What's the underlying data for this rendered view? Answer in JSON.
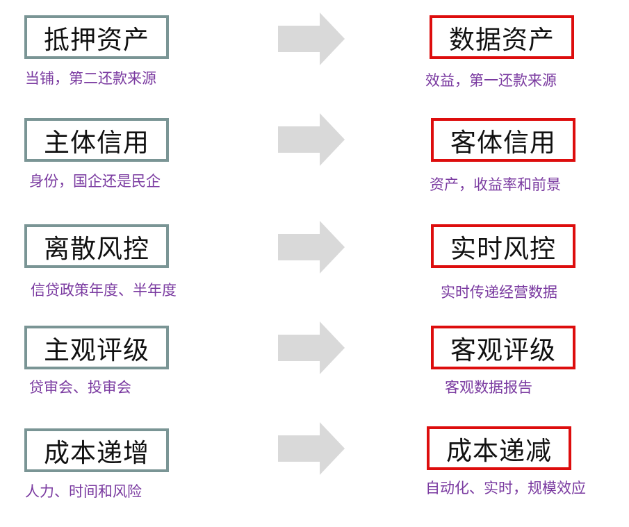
{
  "rows": [
    {
      "left_title": "抵押资产",
      "left_sub": "当铺，第二还款来源",
      "right_title": "数据资产",
      "right_sub": "效益，第一还款来源"
    },
    {
      "left_title": "主体信用",
      "left_sub": "身份，国企还是民企",
      "right_title": "客体信用",
      "right_sub": "资产，收益率和前景"
    },
    {
      "left_title": "离散风控",
      "left_sub": "信贷政策年度、半年度",
      "right_title": "实时风控",
      "right_sub": "实时传递经营数据"
    },
    {
      "left_title": "主观评级",
      "left_sub": "贷审会、投审会",
      "right_title": "客观评级",
      "right_sub": "客观数据报告"
    },
    {
      "left_title": "成本递增",
      "left_sub": "人力、时间和风险",
      "right_title": "成本递减",
      "right_sub": "自动化、实时，规模效应"
    }
  ],
  "colors": {
    "left_border": "#7a9595",
    "right_border": "#dd0d0d",
    "subtitle": "#7a3aa0",
    "arrow_fill": "#d9d9d9"
  },
  "icons": {
    "arrow": "right-arrow-icon"
  }
}
